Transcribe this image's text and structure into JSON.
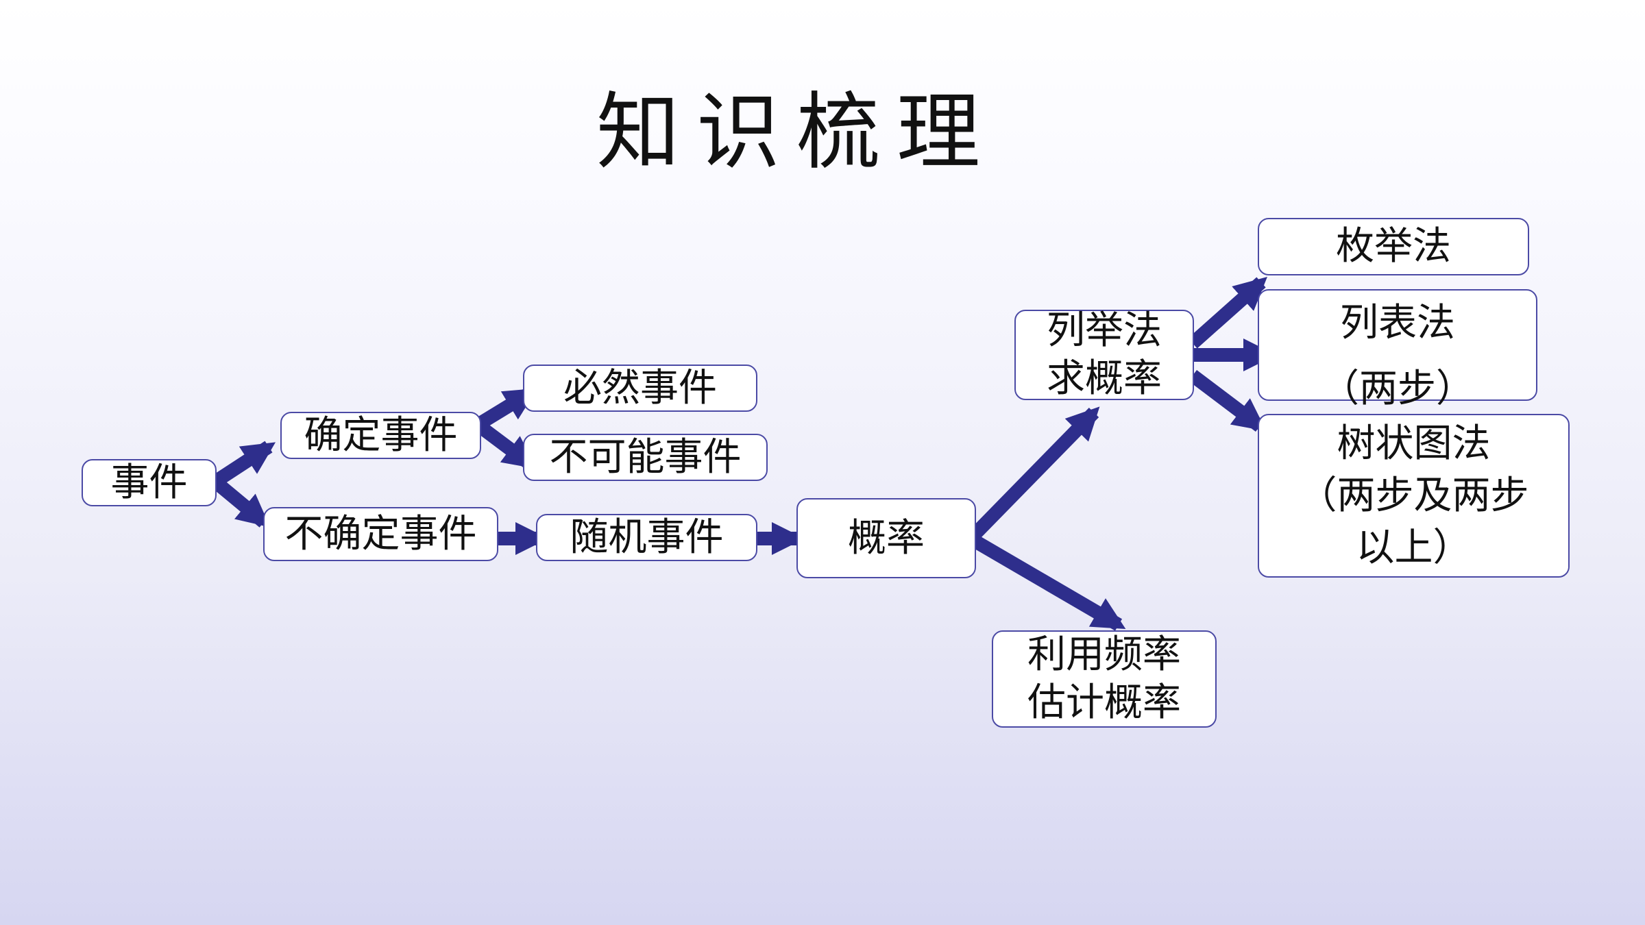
{
  "title": "知识梳理",
  "colors": {
    "arrow": "#2e2e8c",
    "node_border": "#4b4aa5",
    "node_fill": "#ffffff",
    "background_top": "#ffffff",
    "background_bottom": "#d6d6f1"
  },
  "nodes": {
    "event": {
      "label": "事件"
    },
    "certain": {
      "label": "确定事件"
    },
    "inevitable": {
      "label": "必然事件"
    },
    "impossible": {
      "label": "不可能事件"
    },
    "uncertain": {
      "label": "不确定事件"
    },
    "random": {
      "label": "随机事件"
    },
    "probability": {
      "label": "概率"
    },
    "list_method": {
      "line1": "列举法",
      "line2": "求概率"
    },
    "frequency": {
      "line1": "利用频率",
      "line2": "估计概率"
    },
    "enumeration": {
      "label": "枚举法"
    },
    "table": {
      "line1": "列表法",
      "line2": "（两步）"
    },
    "tree": {
      "line1": "树状图法",
      "line2": "（两步及两步",
      "line3": "以上）"
    }
  }
}
